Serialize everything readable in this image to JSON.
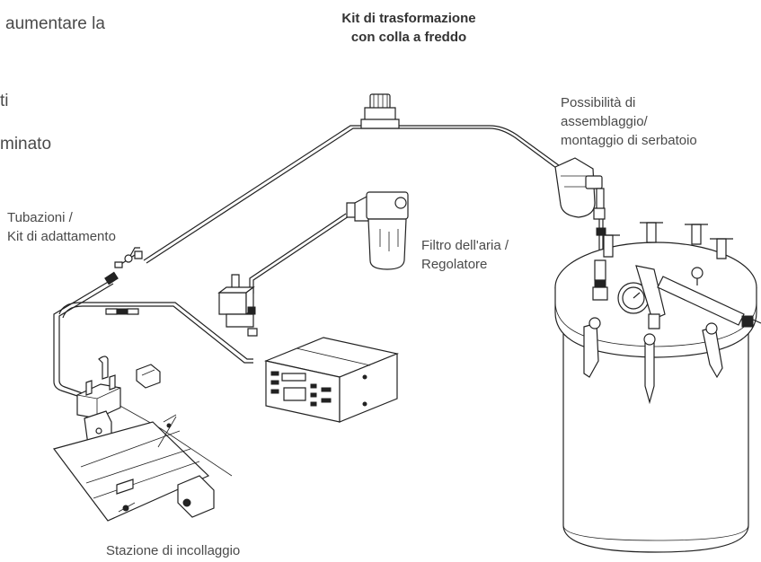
{
  "intro_text": {
    "line1": "aumentare la",
    "line2": "ti",
    "line3": "minato"
  },
  "title": {
    "line1": "Kit di trasformazione",
    "line2": "con colla a freddo"
  },
  "labels": {
    "tank": [
      "Possibilità di",
      "assemblaggio/",
      "montaggio di serbatoio"
    ],
    "tubing": [
      "Tubazioni /",
      "Kit di adattamento"
    ],
    "filter": [
      "Filtro dell'aria /",
      "Regolatore"
    ],
    "station": "Stazione di incollaggio"
  },
  "components": [
    "pressure-tank",
    "air-filter-regulator",
    "control-unit",
    "gluing-station",
    "tubing-adapter-kit",
    "solenoid-valve",
    "tank-mount-valve"
  ]
}
